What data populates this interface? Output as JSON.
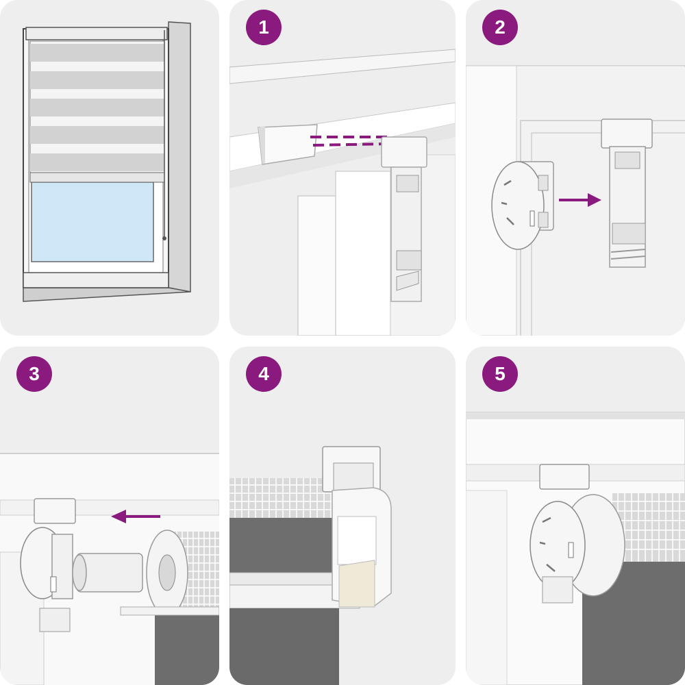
{
  "accent_color": "#8a1a7e",
  "panels": [
    {
      "step": "",
      "icon": "window-blind-overview-icon"
    },
    {
      "step": "1",
      "icon": "bracket-clip-onto-frame-icon"
    },
    {
      "step": "2",
      "icon": "end-cap-slide-into-bracket-icon"
    },
    {
      "step": "3",
      "icon": "roller-insert-into-end-cap-icon"
    },
    {
      "step": "4",
      "icon": "roller-mounted-in-bracket-icon"
    },
    {
      "step": "5",
      "icon": "installed-roller-blind-icon"
    }
  ]
}
